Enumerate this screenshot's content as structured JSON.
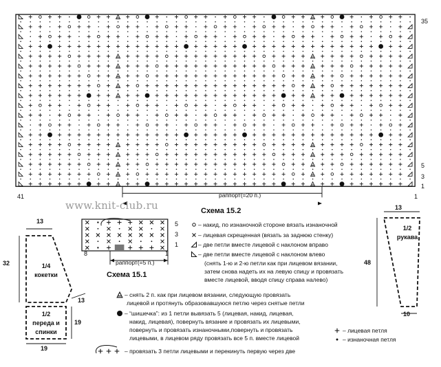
{
  "watermark": "www.knit-club.ru",
  "chart_main": {
    "title": "Схема 15.2",
    "row_numbers": [
      "35",
      "5",
      "3",
      "1"
    ],
    "col_left": "41",
    "col_right": "1",
    "repeat_label": "раппорт(=20 п.)"
  },
  "chart_small": {
    "title": "Схема 15.1",
    "row_numbers": [
      "5",
      "3",
      "1"
    ],
    "col_left": "8",
    "col_right": "1",
    "repeat_label": "раппорт(=5 п.)"
  },
  "legend_top": [
    {
      "symbol": "o",
      "text": "– накид, по изнаночной стороне вязать изнаночной"
    },
    {
      "symbol": "x",
      "text": "– лицевая скрещенная (вязать за заднюю стенку)"
    },
    {
      "symbol": "tri-right",
      "text": "– две петли вместе лицевой с наклоном вправо"
    },
    {
      "symbol": "tri-left",
      "text": "– две петли вместе лицевой с наклоном влево"
    },
    {
      "symbol": "",
      "text": "(снять 1-ю и 2-ю петли как при лицевом вязании,"
    },
    {
      "symbol": "",
      "text": "затем снова надеть их на левую спицу и провязать"
    },
    {
      "symbol": "",
      "text": "вместе лицевой, вводя спицу справа налево)"
    }
  ],
  "legend_bottom": [
    {
      "symbol": "tri-center",
      "text": "– снять 2 п. как при лицевом вязании, следующую провязать"
    },
    {
      "symbol": "",
      "text": "лицевой и протянуть образовавшуюся петлю через снятые петли"
    },
    {
      "symbol": "dot",
      "text": "– “шишечка”: из 1 петли вывязать 5 (лицевая, накид, лицевая,"
    },
    {
      "symbol": "",
      "text": "накид, лицевая), повернуть вязание и провязать их лицевыми,"
    },
    {
      "symbol": "",
      "text": "повернуть и провязать изнаночными,повернуть и провязать"
    },
    {
      "symbol": "",
      "text": "лицевыми, в лицевом ряду провязать все 5 п. вместе лицевой"
    },
    {
      "symbol": "cable",
      "text": "– провязать 3 петли лицевыми и перекинуть первую через две"
    }
  ],
  "legend_side": [
    {
      "symbol": "+",
      "text": "– лицевая петля"
    },
    {
      "symbol": "•",
      "text": "– изнаночная петля"
    }
  ],
  "pattern_pieces": {
    "yoke": {
      "label_top": "1/4",
      "label_bottom": "кокетки",
      "dim_top": "13",
      "dim_left": "32",
      "dim_right": "13"
    },
    "front_back": {
      "label_top": "1/2",
      "label_mid": "переда и",
      "label_bottom": "спинки",
      "dim_right": "19",
      "dim_bottom": "19"
    },
    "sleeve": {
      "label_top": "1/2",
      "label_bottom": "рукава",
      "dim_top": "13",
      "dim_left": "48",
      "dim_bottom": "10"
    }
  }
}
